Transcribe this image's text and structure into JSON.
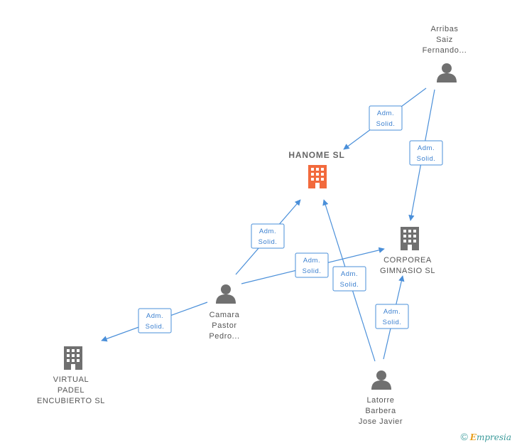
{
  "colors": {
    "edge": "#4a8fd9",
    "company": "#707070",
    "company_highlight": "#f26a3d",
    "person": "#707070"
  },
  "nodes": {
    "hanome": {
      "label_lines": [
        "HANOME SL"
      ],
      "icon": "building-icon",
      "highlight": true
    },
    "arribas": {
      "label_lines": [
        "Arribas",
        "Saiz",
        "Fernando..."
      ],
      "icon": "person-icon"
    },
    "corporea": {
      "label_lines": [
        "CORPOREA",
        "GIMNASIO SL"
      ],
      "icon": "building-icon"
    },
    "camara": {
      "label_lines": [
        "Camara",
        "Pastor",
        "Pedro..."
      ],
      "icon": "person-icon"
    },
    "virtual": {
      "label_lines": [
        "VIRTUAL",
        "PADEL",
        "ENCUBIERTO SL"
      ],
      "icon": "building-icon"
    },
    "latorre": {
      "label_lines": [
        "Latorre",
        "Barbera",
        "Jose Javier"
      ],
      "icon": "person-icon"
    }
  },
  "edges": [
    {
      "from": "arribas",
      "to": "hanome",
      "label_lines": [
        "Adm.",
        "Solid."
      ]
    },
    {
      "from": "arribas",
      "to": "corporea",
      "label_lines": [
        "Adm.",
        "Solid."
      ]
    },
    {
      "from": "camara",
      "to": "hanome",
      "label_lines": [
        "Adm.",
        "Solid."
      ]
    },
    {
      "from": "camara",
      "to": "corporea",
      "label_lines": [
        "Adm.",
        "Solid."
      ]
    },
    {
      "from": "camara",
      "to": "virtual",
      "label_lines": [
        "Adm.",
        "Solid."
      ]
    },
    {
      "from": "latorre",
      "to": "hanome",
      "label_lines": [
        "Adm.",
        "Solid."
      ]
    },
    {
      "from": "latorre",
      "to": "corporea",
      "label_lines": [
        "Adm.",
        "Solid."
      ]
    }
  ],
  "footer": {
    "copyright_symbol": "©",
    "brand_initial": "E",
    "brand_rest": "mpresia"
  }
}
